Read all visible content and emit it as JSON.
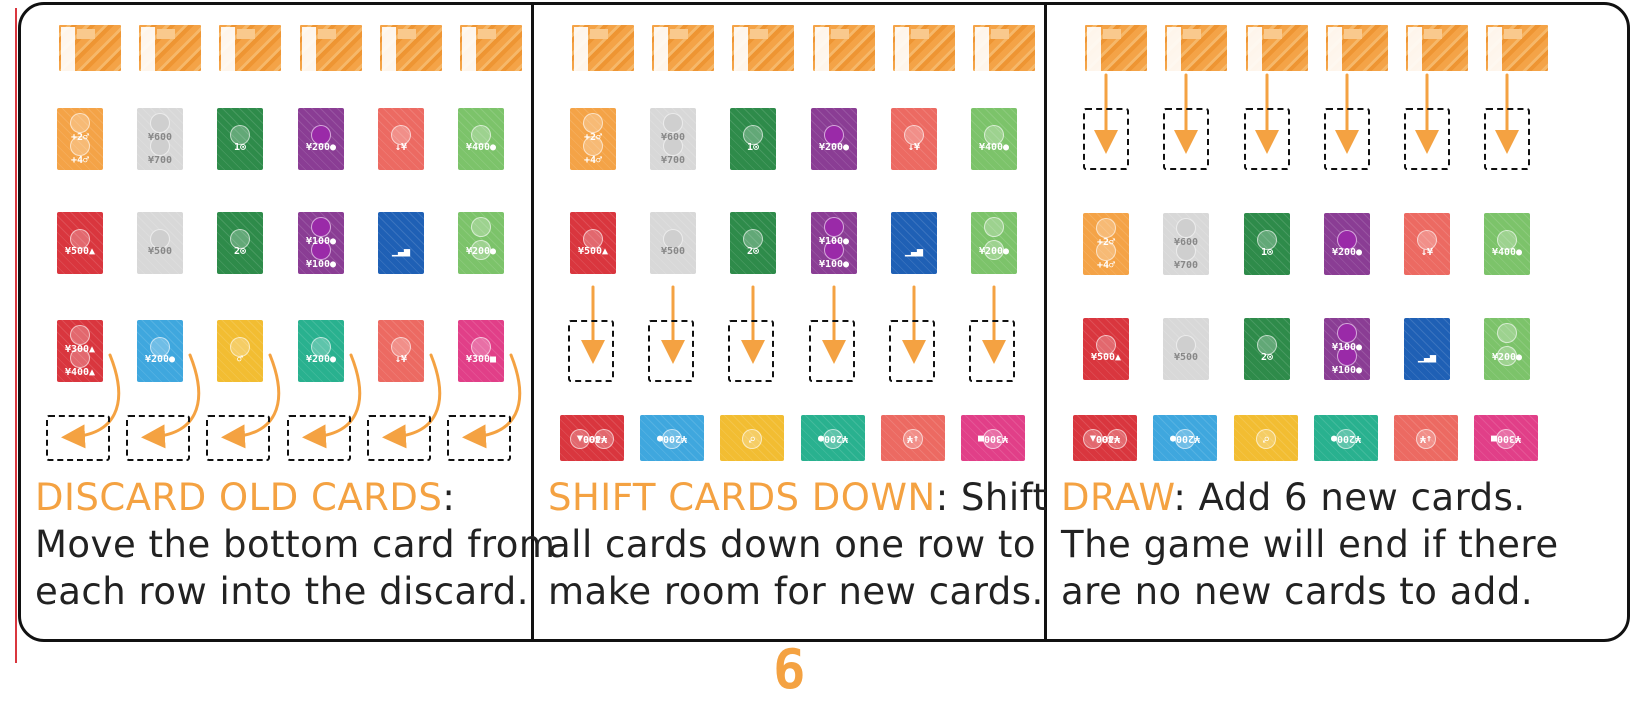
{
  "page_number": "6",
  "colors": {
    "accent": "#f4a242",
    "frame": "#111111",
    "orange": "#f4a347",
    "grey": "#d8d8d8",
    "green_dark": "#2e8b4a",
    "purple": "#8a3d94",
    "salmon": "#ec6a62",
    "green_light": "#7cc36a",
    "red": "#d9363e",
    "blue": "#1f60b5",
    "sky": "#3fa7de",
    "yellow": "#f2bd32",
    "teal": "#29b18f",
    "magenta": "#e13f88"
  },
  "panels": [
    {
      "id": "discard",
      "title": "DISCARD OLD CARDS",
      "sep": ":",
      "lines": [
        "Move the bottom card from",
        "each row into the discard."
      ]
    },
    {
      "id": "shift",
      "title": "SHIFT CARDS DOWN",
      "sep": ": Shift",
      "lines": [
        "all cards down one row to",
        "make room for new cards."
      ]
    },
    {
      "id": "draw",
      "title": "DRAW",
      "sep": ": Add 6 new cards.",
      "lines": [
        "The game will end if there",
        "are no new cards to add."
      ]
    }
  ],
  "card_rows": {
    "row1": [
      {
        "color": "orange",
        "labels": [
          "+2♂",
          "+4♂"
        ],
        "pips": 2
      },
      {
        "color": "grey",
        "labels": [
          "¥600",
          "¥700"
        ],
        "pips": 2
      },
      {
        "color": "green_dark",
        "labels": [
          "1⊙"
        ],
        "pips": 1
      },
      {
        "color": "purple",
        "labels": [
          "¥200●"
        ],
        "pips": 1
      },
      {
        "color": "salmon",
        "labels": [
          "↓¥"
        ],
        "pips": 1
      },
      {
        "color": "green_light",
        "labels": [
          "¥400●"
        ],
        "pips": 1
      }
    ],
    "row2": [
      {
        "color": "red",
        "labels": [
          "¥500▲"
        ],
        "pips": 1
      },
      {
        "color": "grey",
        "labels": [
          "¥500"
        ],
        "pips": 1
      },
      {
        "color": "green_dark",
        "labels": [
          "2⊙"
        ],
        "pips": 1
      },
      {
        "color": "purple",
        "labels": [
          "¥100●",
          "¥100●"
        ],
        "pips": 2
      },
      {
        "color": "blue",
        "labels": [
          "▁▃▅"
        ],
        "pips": 0
      },
      {
        "color": "green_light",
        "labels": [
          "¥200●"
        ],
        "pips": 2
      }
    ],
    "row3": [
      {
        "color": "red",
        "labels": [
          "¥300▲",
          "¥400▲"
        ],
        "pips": 2
      },
      {
        "color": "sky",
        "labels": [
          "¥200●"
        ],
        "pips": 1
      },
      {
        "color": "yellow",
        "labels": [
          "♂"
        ],
        "pips": 1
      },
      {
        "color": "teal",
        "labels": [
          "¥200●"
        ],
        "pips": 1
      },
      {
        "color": "salmon",
        "labels": [
          "↓¥"
        ],
        "pips": 1
      },
      {
        "color": "magenta",
        "labels": [
          "¥300■"
        ],
        "pips": 1
      }
    ]
  }
}
